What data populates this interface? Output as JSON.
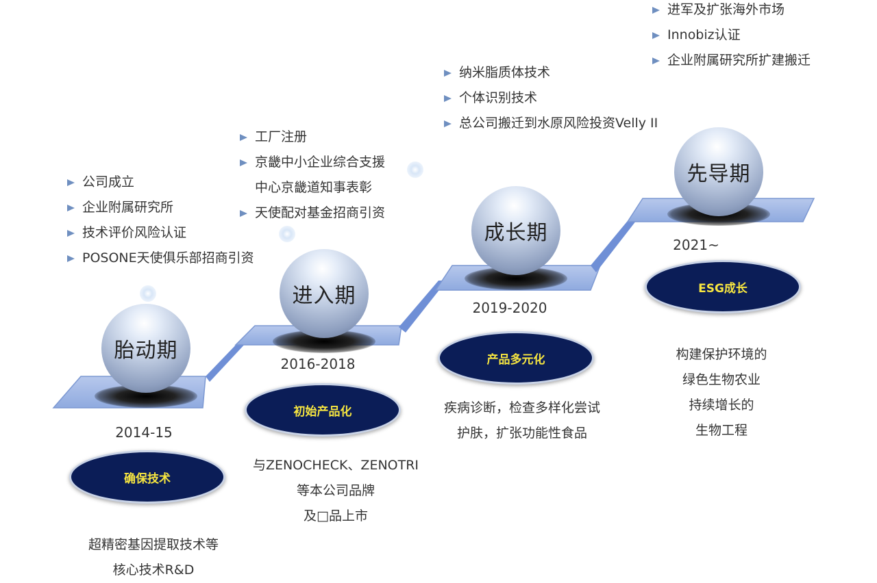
{
  "stages": [
    {
      "name": "胎动期",
      "year": "2014-15",
      "badge": "确保技术",
      "bullets": [
        "公司成立",
        "企业附属研究所",
        "技术评价风险认证",
        "POSONE天使俱乐部招商引资"
      ],
      "desc": [
        "超精密基因提取技术等",
        "核心技术R&D"
      ]
    },
    {
      "name": "进入期",
      "year": "2016-2018",
      "badge": "初始产品化",
      "bullets": [
        [
          "工厂注册"
        ],
        [
          "京畿中小企业综合支援",
          "中心京畿道知事表彰"
        ],
        [
          "天使配对基金招商引资"
        ]
      ],
      "desc": [
        "与ZENOCHECK、ZENOTRI",
        "等本公司品牌",
        "及□品上市"
      ]
    },
    {
      "name": "成长期",
      "year": "2019-2020",
      "badge": "产品多元化",
      "bullets": [
        "纳米脂质体技术",
        "个体识别技术",
        "总公司搬迁到水原风险投资Velly II"
      ],
      "desc": [
        "疾病诊断，检查多样化尝试",
        "护肤，扩张功能性食品"
      ]
    },
    {
      "name": "先导期",
      "year": "2021~",
      "badge": "ESG成长",
      "bullets": [
        "进军及扩张海外市场",
        "Innobiz认证",
        "企业附属研究所扩建搬迁"
      ],
      "desc": [
        "构建保护环境的",
        "绿色生物农业",
        "持续增长的",
        "生物工程"
      ]
    }
  ],
  "colors": {
    "step": "#a9bde6",
    "step_edge": "#7c98d2",
    "badge_bg": "#0b1d57",
    "badge_text": "#f7e640"
  }
}
